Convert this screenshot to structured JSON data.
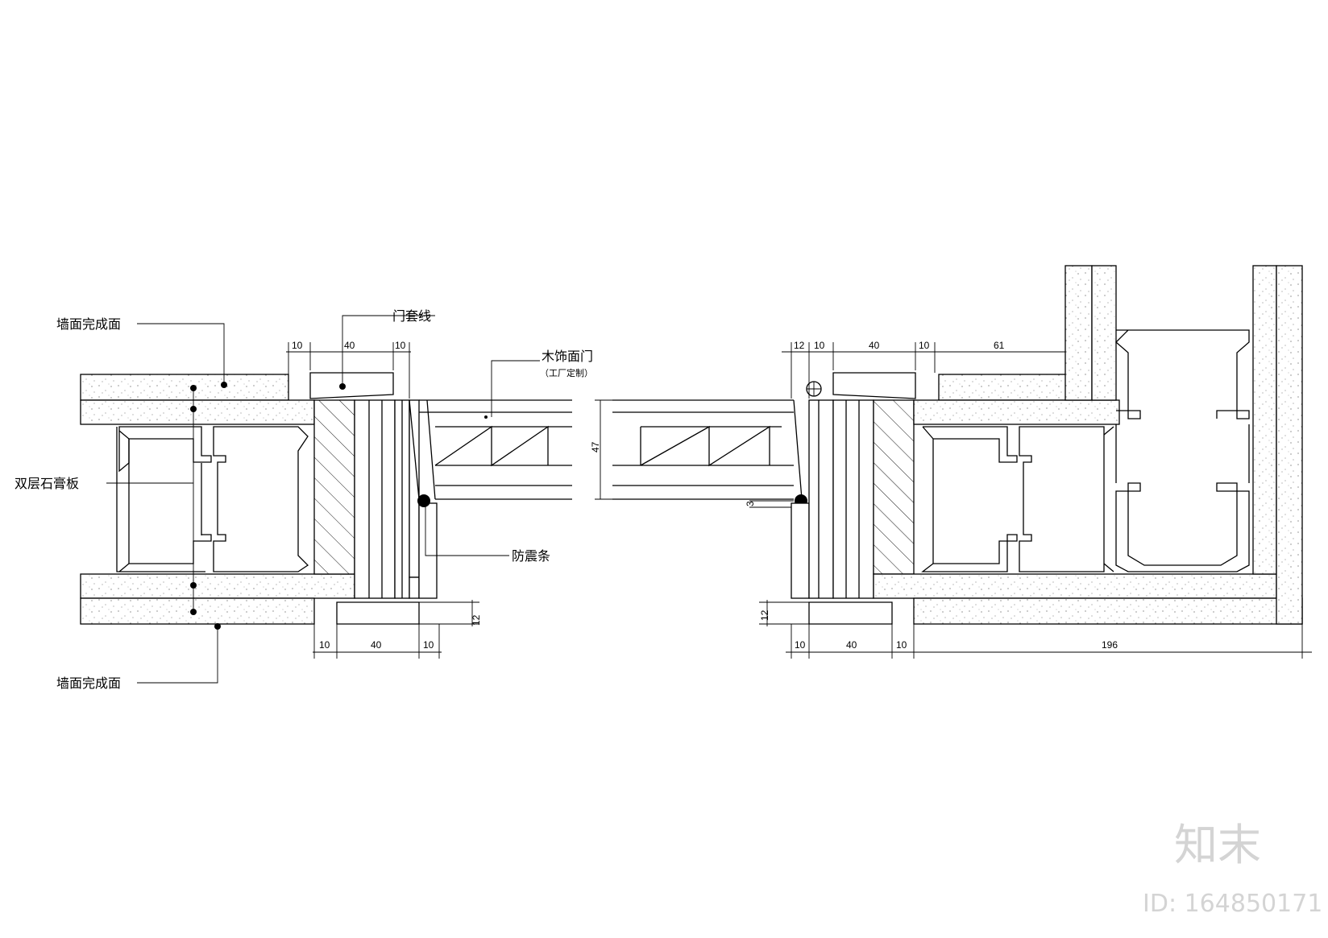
{
  "labels": {
    "wall_finish_top": "墙面完成面",
    "door_trim": "门套线",
    "wood_door": "木饰面门",
    "wood_door_note": "（工厂定制）",
    "double_gypsum": "双层石膏板",
    "anti_shock_strip": "防震条",
    "wall_finish_bottom": "墙面完成面"
  },
  "dimensions": {
    "left_top": [
      "10",
      "40",
      "10"
    ],
    "left_bottom": [
      "10",
      "40",
      "10"
    ],
    "left_side": "12",
    "right_top": [
      "12",
      "10",
      "40",
      "10",
      "61"
    ],
    "right_bottom": [
      "10",
      "40",
      "10",
      "196"
    ],
    "right_side_12": "12",
    "door_thickness": "47",
    "gap": "3"
  },
  "watermark": {
    "logo": "知末",
    "id": "ID: 164850171"
  }
}
